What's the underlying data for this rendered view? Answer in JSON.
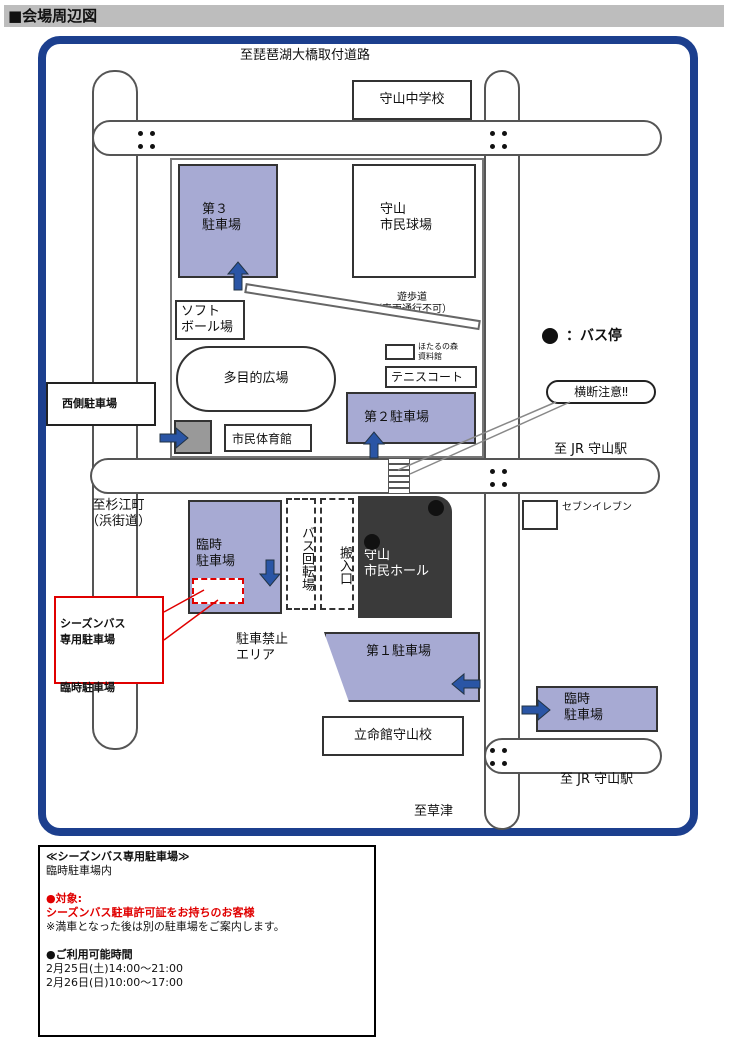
{
  "header": {
    "title": "■会場周辺図"
  },
  "map": {
    "road_top": "至琵琶湖大橋取付道路",
    "moriyama_jhs": "守山中学校",
    "lot3": "第３\n駐車場",
    "ballpark": "守山\n市民球場",
    "softball": "ソフト\nボール場",
    "walkway": "遊歩道\n（車両通行不可）",
    "plaza": "多目的広場",
    "hotaru": "ほたるの森\n資料館",
    "tennis": "テニスコート",
    "west_lot": "西側駐車場",
    "gym": "市民体育館",
    "lot2": "第２駐車場",
    "crosswalk": "横断注意‼",
    "bus_stop_legend": "：バス停",
    "to_jr_1": "至 JR 守山駅",
    "to_sugie": "至杉江町\n（浜街道）",
    "seven": "セブンイレブン",
    "temp_lot_left": "臨時\n駐車場",
    "bus_turn": "バス回転場",
    "loading": "搬入口",
    "hall": "守山\n市民ホール",
    "season_bus_lot": "シーズンバス\n専用駐車場",
    "temp_lot_label": "臨時駐車場",
    "no_parking": "駐車禁止\nエリア",
    "lot1": "第１駐車場",
    "temp_lot_right": "臨時\n駐車場",
    "ritsumeikan": "立命館守山校",
    "to_jr_2": "至 JR 守山駅",
    "to_kusatsu": "至草津"
  },
  "info": {
    "title": "≪シーズンバス専用駐車場≫",
    "location": "臨時駐車場内",
    "target_label": "●対象:",
    "target_text": "シーズンバス駐車許可証をお持ちのお客様",
    "note": "※満車となった後は別の駐車場をご案内します。",
    "hours_label": "●ご利用可能時間",
    "hours_1": "2月25日(土)14:00～21:00",
    "hours_2": "2月26日(日)10:00～17:00"
  },
  "colors": {
    "frame": "#1c3f8e",
    "lot": "#a7aad3",
    "arrow": "#2a55a5",
    "hall": "#3a3a3a",
    "alert": "#e00000"
  }
}
